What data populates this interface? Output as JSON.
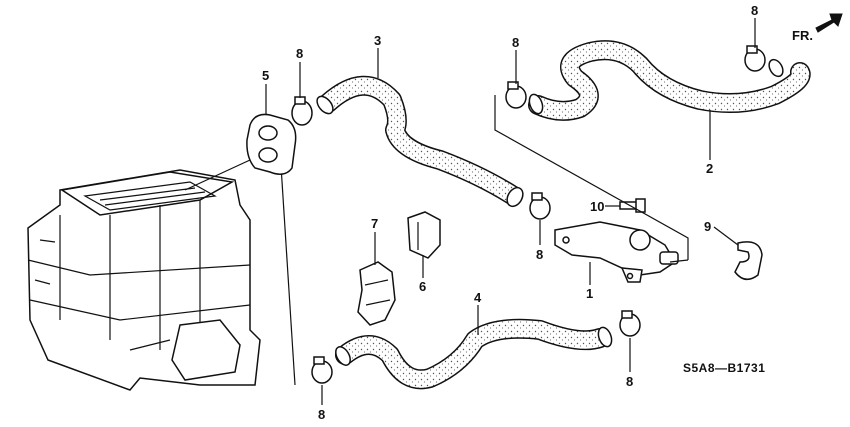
{
  "callouts": {
    "p1": "1",
    "p2": "2",
    "p3": "3",
    "p4": "4",
    "p5": "5",
    "p6": "6",
    "p7": "7",
    "p8a": "8",
    "p8b": "8",
    "p8c": "8",
    "p8d": "8",
    "p8e": "8",
    "p8f": "8",
    "p9": "9",
    "p10": "10"
  },
  "direction_marker": {
    "label": "FR."
  },
  "diagram_code": "S5A8—B1731"
}
